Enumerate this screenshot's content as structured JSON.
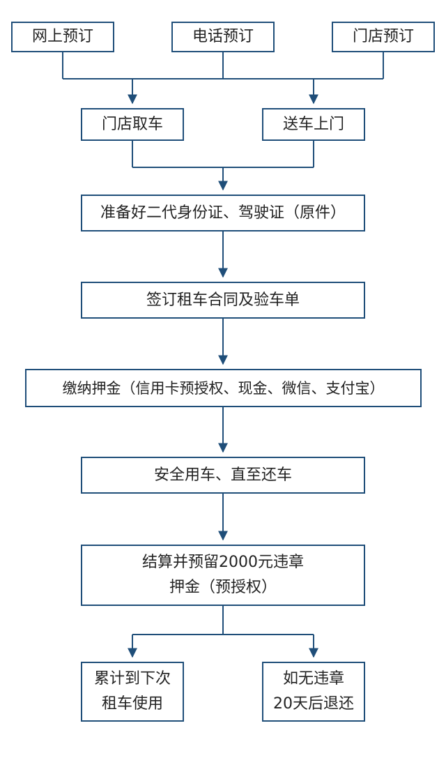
{
  "colors": {
    "border": "#1f4e79",
    "line": "#1f4e79",
    "text": "#222222",
    "background": "#ffffff"
  },
  "nodes": {
    "online_booking": "网上预订",
    "phone_booking": "电话预订",
    "store_booking": "门店预订",
    "store_pickup": "门店取车",
    "delivery": "送车上门",
    "documents": "准备好二代身份证、驾驶证（原件）",
    "contract": "签订租车合同及验车单",
    "deposit": "缴纳押金（信用卡预授权、现金、微信、支付宝）",
    "use_car": "安全用车、直至还车",
    "settle": [
      "结算并预留2000元违章",
      "押金（预授权）"
    ],
    "next_rental": [
      "累计到下次",
      "租车使用"
    ],
    "refund": [
      "如无违章",
      "20天后退还"
    ]
  }
}
